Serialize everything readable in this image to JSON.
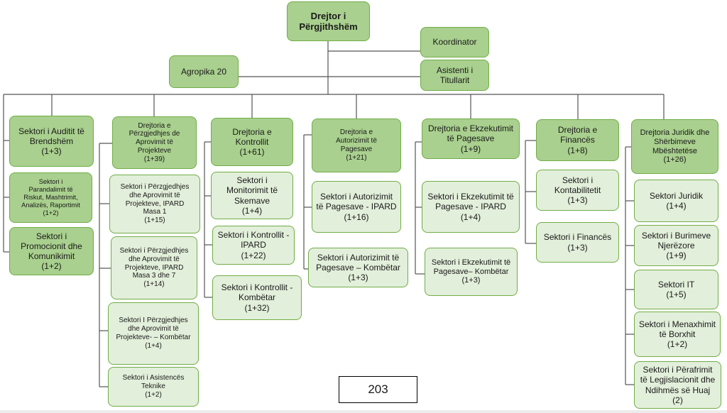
{
  "chart": {
    "director_general": "Drejtor i\nPërgjithshëm",
    "coordinator": "Koordinator",
    "agropika": "Agropika 20",
    "assistant": "Asistenti i\nTitullarit",
    "total": "203",
    "columns": [
      {
        "head": "Sektori i Auditit të\nBrendshëm\n(1+3)",
        "items": [
          "Sektori i\nParandalimit të\nRiskut, Mashtrimit,\nAnalizës, Raportimit\n(1+2)",
          "Sektori i\nPromocionit dhe\nKomunikimit\n(1+2)"
        ]
      },
      {
        "head": "Drejtoria e\nPërzgjedhjes de\nAprovimit të\nProjekteve\n(1+39)",
        "items": [
          "Sektori i Përzgjedhjes\ndhe Aprovimit të\nProjekteve, IPARD\nMasa 1\n(1+15)",
          "Sektori i Përzgjedhjes\ndhe Aprovimit të\nProjekteve, IPARD\nMasa 3 dhe 7\n(1+14)",
          "Sektori I Përzgjedhjes\ndhe Aprovimit të\nProjekteve- – Kombëtar\n(1+4)",
          "Sektori i Asistencës\nTeknike\n(1+2)"
        ]
      },
      {
        "head": "Drejtoria e\nKontrollit\n(1+61)",
        "items": [
          "Sektori i\nMonitorimit të\nSkemave\n(1+4)",
          "Sektori i Kontrollit -\nIPARD\n(1+22)",
          "Sektori  i Kontrollit -\nKombëtar\n(1+32)"
        ]
      },
      {
        "head": "Drejtoria e\nAutorizimit të\nPagesave\n(1+21)",
        "items": [
          "Sektori i Autorizimit\ntë Pagesave - IPARD\n(1+16)",
          "Sektori i Autorizimit të\nPagesave – Kombëtar\n(1+3)"
        ]
      },
      {
        "head": "Drejtoria e Ekzekutimit\ntë Pagesave\n(1+9)",
        "items": [
          "Sektori i Ekzekutimit të\nPagesave - IPARD\n(1+4)",
          "Sektori i Ekzekutimit të\nPagesave– Kombëtar\n(1+3)"
        ]
      },
      {
        "head": "Drejtoria e\nFinancës\n(1+8)",
        "items": [
          "Sektori i\nKontabilitetit\n(1+3)",
          "Sektori i Financës\n(1+3)"
        ]
      },
      {
        "head": "Drejtoria Juridik dhe\nShërbimeve\nMbështetëse\n(1+26)",
        "items": [
          "Sektori Juridik\n(1+4)",
          "Sektori i Burimeve\nNjerëzore\n(1+9)",
          "Sektori IT\n(1+5)",
          "Sektori i Menaxhimit\ntë Borxhit\n(1+2)",
          "Sektori i Përafrimit\ntë Legjislacionit dhe\nNdihmës së Huaj\n(2)"
        ]
      }
    ]
  }
}
